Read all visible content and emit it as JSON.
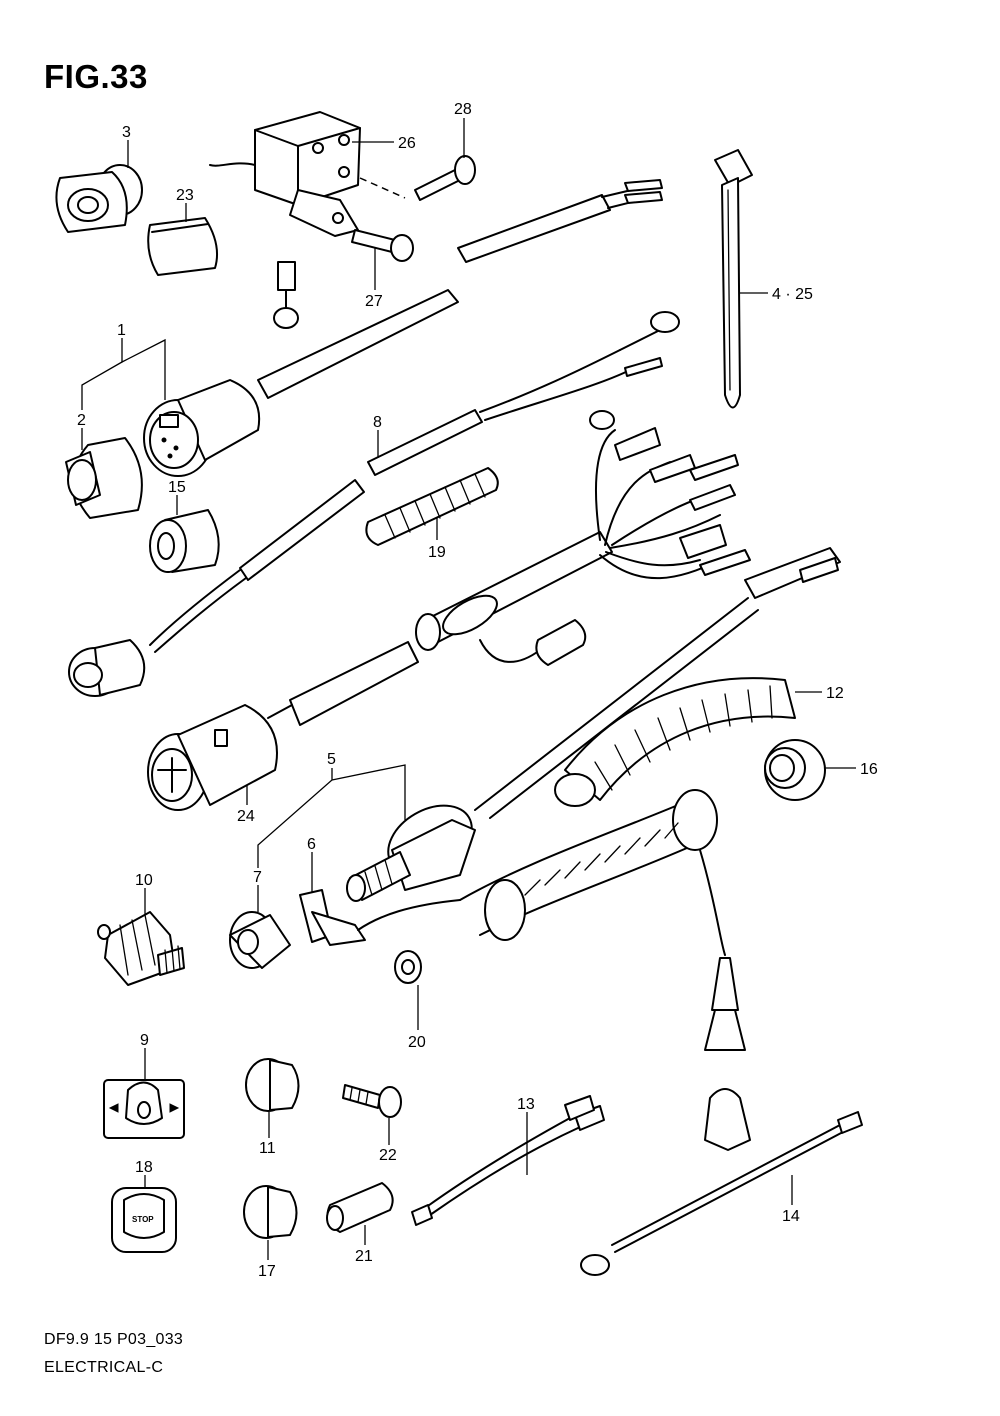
{
  "title": "FIG.33",
  "footer": {
    "code": "DF9.9 15 P03_033",
    "section": "ELECTRICAL-C"
  },
  "callouts": {
    "c1": "1",
    "c2": "2",
    "c3": "3",
    "c4": "4 · 25",
    "c5": "5",
    "c6": "6",
    "c7": "7",
    "c8": "8",
    "c9": "9",
    "c10": "10",
    "c11": "11",
    "c12": "12",
    "c13": "13",
    "c14": "14",
    "c15": "15",
    "c16": "16",
    "c17": "17",
    "c18": "18",
    "c19": "19",
    "c20": "20",
    "c21": "21",
    "c22": "22",
    "c23": "23",
    "c24": "24",
    "c26": "26",
    "c27": "27",
    "c28": "28"
  },
  "stop_switch_text": "STOP"
}
